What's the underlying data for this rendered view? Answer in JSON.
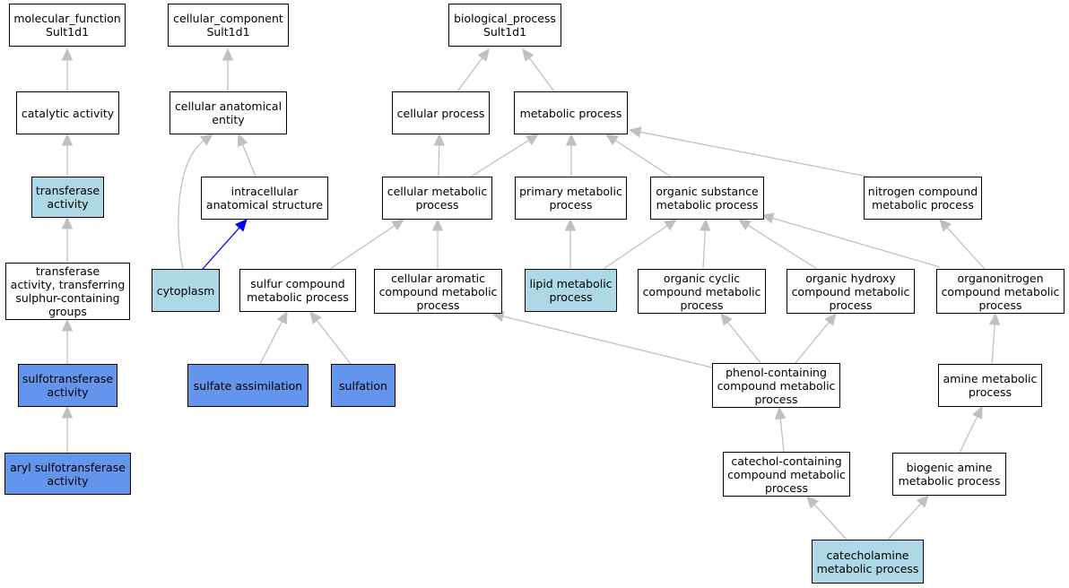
{
  "colors": {
    "white": "#ffffff",
    "lightblue": "#add8e6",
    "cornflowerblue": "#6495ed",
    "edge_default": "#c0c0c0",
    "edge_highlight": "#0000ff"
  },
  "nodes": [
    {
      "id": "molecular_function",
      "label": "molecular_function\nSult1d1",
      "color": "white"
    },
    {
      "id": "catalytic_activity",
      "label": "catalytic activity",
      "color": "white"
    },
    {
      "id": "transferase_activity",
      "label": "transferase\nactivity",
      "color": "lightblue"
    },
    {
      "id": "transferase_sulphur",
      "label": "transferase\nactivity, transferring\nsulphur-containing\ngroups",
      "color": "white"
    },
    {
      "id": "sulfotransferase_activity",
      "label": "sulfotransferase\nactivity",
      "color": "cornflowerblue"
    },
    {
      "id": "aryl_sulfotransferase_activity",
      "label": "aryl sulfotransferase\nactivity",
      "color": "cornflowerblue"
    },
    {
      "id": "cellular_component",
      "label": "cellular_component\nSult1d1",
      "color": "white"
    },
    {
      "id": "cellular_anatomical_entity",
      "label": "cellular anatomical\nentity",
      "color": "white"
    },
    {
      "id": "intracellular_anatomical_structure",
      "label": "intracellular\nanatomical structure",
      "color": "white"
    },
    {
      "id": "cytoplasm",
      "label": "cytoplasm",
      "color": "lightblue"
    },
    {
      "id": "biological_process",
      "label": "biological_process\nSult1d1",
      "color": "white"
    },
    {
      "id": "cellular_process",
      "label": "cellular process",
      "color": "white"
    },
    {
      "id": "metabolic_process",
      "label": "metabolic process",
      "color": "white"
    },
    {
      "id": "cellular_metabolic_process",
      "label": "cellular metabolic\nprocess",
      "color": "white"
    },
    {
      "id": "primary_metabolic_process",
      "label": "primary metabolic\nprocess",
      "color": "white"
    },
    {
      "id": "organic_substance_metabolic_process",
      "label": "organic substance\nmetabolic process",
      "color": "white"
    },
    {
      "id": "nitrogen_compound_metabolic_process",
      "label": "nitrogen compound\nmetabolic process",
      "color": "white"
    },
    {
      "id": "sulfur_compound_metabolic_process",
      "label": "sulfur compound\nmetabolic process",
      "color": "white"
    },
    {
      "id": "cellular_aromatic_compound_metabolic_process",
      "label": "cellular aromatic\ncompound metabolic\nprocess",
      "color": "white"
    },
    {
      "id": "lipid_metabolic_process",
      "label": "lipid metabolic\nprocess",
      "color": "lightblue"
    },
    {
      "id": "organic_cyclic_compound_metabolic_process",
      "label": "organic cyclic\ncompound metabolic\nprocess",
      "color": "white"
    },
    {
      "id": "organic_hydroxy_compound_metabolic_process",
      "label": "organic hydroxy\ncompound metabolic\nprocess",
      "color": "white"
    },
    {
      "id": "organonitrogen_compound_metabolic_process",
      "label": "organonitrogen\ncompound metabolic\nprocess",
      "color": "white"
    },
    {
      "id": "sulfate_assimilation",
      "label": "sulfate assimilation",
      "color": "cornflowerblue"
    },
    {
      "id": "sulfation",
      "label": "sulfation",
      "color": "cornflowerblue"
    },
    {
      "id": "phenol_containing_compound_metabolic_process",
      "label": "phenol-containing\ncompound metabolic\nprocess",
      "color": "white"
    },
    {
      "id": "amine_metabolic_process",
      "label": "amine metabolic\nprocess",
      "color": "white"
    },
    {
      "id": "catechol_containing_compound_metabolic_process",
      "label": "catechol-containing\ncompound metabolic\nprocess",
      "color": "white"
    },
    {
      "id": "biogenic_amine_metabolic_process",
      "label": "biogenic amine\nmetabolic process",
      "color": "white"
    },
    {
      "id": "catecholamine_metabolic_process",
      "label": "catecholamine\nmetabolic process",
      "color": "lightblue"
    }
  ],
  "edges": [
    {
      "from": "catalytic_activity",
      "to": "molecular_function"
    },
    {
      "from": "transferase_activity",
      "to": "catalytic_activity"
    },
    {
      "from": "transferase_sulphur",
      "to": "transferase_activity"
    },
    {
      "from": "sulfotransferase_activity",
      "to": "transferase_sulphur"
    },
    {
      "from": "aryl_sulfotransferase_activity",
      "to": "sulfotransferase_activity"
    },
    {
      "from": "cellular_anatomical_entity",
      "to": "cellular_component"
    },
    {
      "from": "intracellular_anatomical_structure",
      "to": "cellular_anatomical_entity"
    },
    {
      "from": "cytoplasm",
      "to": "cellular_anatomical_entity",
      "curve": true
    },
    {
      "from": "cytoplasm",
      "to": "intracellular_anatomical_structure",
      "highlight": true
    },
    {
      "from": "cellular_process",
      "to": "biological_process"
    },
    {
      "from": "metabolic_process",
      "to": "biological_process"
    },
    {
      "from": "cellular_metabolic_process",
      "to": "cellular_process"
    },
    {
      "from": "cellular_metabolic_process",
      "to": "metabolic_process"
    },
    {
      "from": "primary_metabolic_process",
      "to": "metabolic_process"
    },
    {
      "from": "organic_substance_metabolic_process",
      "to": "metabolic_process"
    },
    {
      "from": "nitrogen_compound_metabolic_process",
      "to": "metabolic_process"
    },
    {
      "from": "sulfur_compound_metabolic_process",
      "to": "cellular_metabolic_process"
    },
    {
      "from": "cellular_aromatic_compound_metabolic_process",
      "to": "cellular_metabolic_process"
    },
    {
      "from": "lipid_metabolic_process",
      "to": "primary_metabolic_process"
    },
    {
      "from": "lipid_metabolic_process",
      "to": "organic_substance_metabolic_process"
    },
    {
      "from": "organic_cyclic_compound_metabolic_process",
      "to": "organic_substance_metabolic_process"
    },
    {
      "from": "organic_hydroxy_compound_metabolic_process",
      "to": "organic_substance_metabolic_process"
    },
    {
      "from": "organonitrogen_compound_metabolic_process",
      "to": "organic_substance_metabolic_process"
    },
    {
      "from": "organonitrogen_compound_metabolic_process",
      "to": "nitrogen_compound_metabolic_process"
    },
    {
      "from": "sulfate_assimilation",
      "to": "sulfur_compound_metabolic_process"
    },
    {
      "from": "sulfation",
      "to": "sulfur_compound_metabolic_process"
    },
    {
      "from": "phenol_containing_compound_metabolic_process",
      "to": "cellular_aromatic_compound_metabolic_process"
    },
    {
      "from": "phenol_containing_compound_metabolic_process",
      "to": "organic_cyclic_compound_metabolic_process"
    },
    {
      "from": "phenol_containing_compound_metabolic_process",
      "to": "organic_hydroxy_compound_metabolic_process"
    },
    {
      "from": "amine_metabolic_process",
      "to": "organonitrogen_compound_metabolic_process"
    },
    {
      "from": "catechol_containing_compound_metabolic_process",
      "to": "phenol_containing_compound_metabolic_process"
    },
    {
      "from": "biogenic_amine_metabolic_process",
      "to": "amine_metabolic_process"
    },
    {
      "from": "catecholamine_metabolic_process",
      "to": "catechol_containing_compound_metabolic_process"
    },
    {
      "from": "catecholamine_metabolic_process",
      "to": "biogenic_amine_metabolic_process"
    }
  ]
}
